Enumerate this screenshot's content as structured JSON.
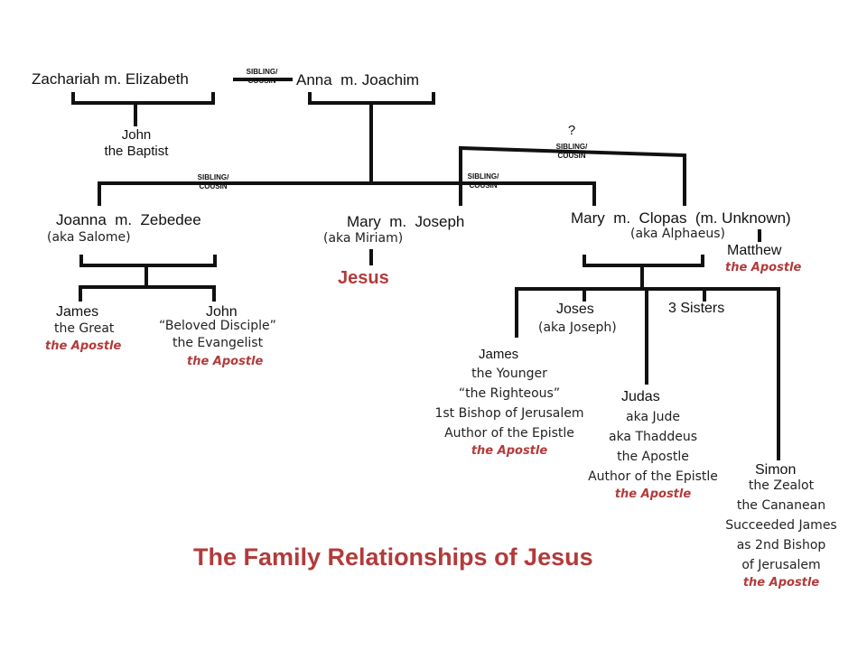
{
  "colors": {
    "accent": "#b33a3a",
    "line": "#111111"
  },
  "title": "The Family Relationships of Jesus",
  "connectors": {
    "sibling_cousin_top": [
      "SIBLING/",
      "COUSIN"
    ],
    "sibling_cousin_left": [
      "SIBLING/",
      "COUSIN"
    ],
    "sibling_cousin_mid": [
      "SIBLING/",
      "COUSIN"
    ],
    "sibling_cousin_right": [
      "SIBLING/",
      "COUSIN"
    ],
    "question_mark": "?"
  },
  "people": {
    "zachariah": "Zachariah m. Elizabeth",
    "anna": "Anna  m. Joachim",
    "john_baptist": [
      "John",
      "the Baptist"
    ],
    "joanna": "Joanna  m.  Zebedee",
    "joanna_aka": "(aka Salome)",
    "mary_joseph": "Mary  m.  Joseph",
    "mary_aka": "(aka Miriam)",
    "jesus": "Jesus",
    "mary_clopas": "Mary  m.  Clopas  (m. Unknown)",
    "clopas_aka": "(aka Alphaeus)",
    "matthew": "Matthew",
    "matthew_role": "the Apostle",
    "james_great": [
      "James",
      "the Great"
    ],
    "james_great_role": "the Apostle",
    "john_evangelist": [
      "John",
      "“Beloved Disciple”",
      "the Evangelist"
    ],
    "john_evangelist_role": "the Apostle",
    "joses": "Joses",
    "joses_aka": "(aka Joseph)",
    "sisters": "3 Sisters",
    "james_younger": [
      "James",
      "the Younger",
      "“the Righteous”",
      "1st Bishop of Jerusalem",
      "Author of the Epistle"
    ],
    "james_younger_role": "the Apostle",
    "judas": [
      "Judas",
      "aka Jude",
      "aka Thaddeus",
      "the Apostle",
      "Author of the Epistle"
    ],
    "judas_role": "the Apostle",
    "simon": [
      "Simon",
      "the Zealot",
      "the Cananean",
      "Succeeded James",
      "as 2nd Bishop",
      "of Jerusalem"
    ],
    "simon_role": "the Apostle"
  }
}
